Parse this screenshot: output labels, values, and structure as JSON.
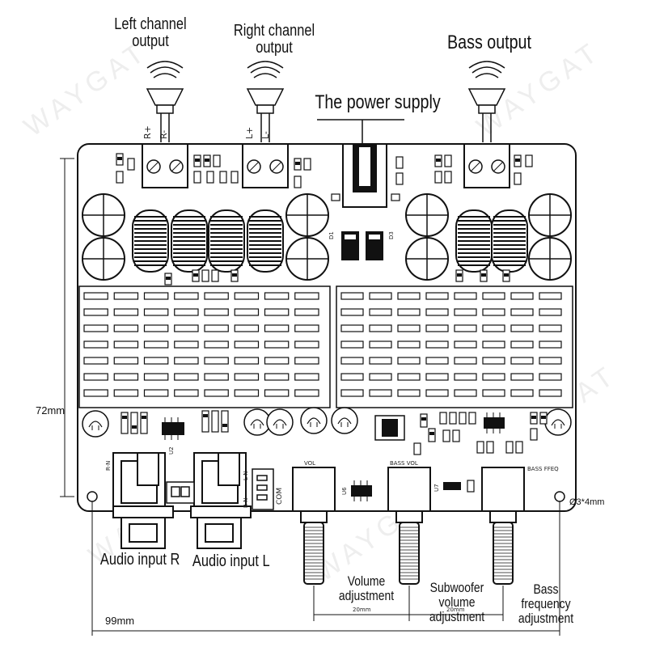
{
  "labels": {
    "left_channel_output": "Left channel\noutput",
    "right_channel_output": "Right channel\noutput",
    "bass_output": "Bass output",
    "power_supply": "The power supply",
    "audio_input_r": "Audio input R",
    "audio_input_l": "Audio input L",
    "volume_adjustment": "Volume\nadjustment",
    "subwoofer_volume_adjustment": "Subwoofer volume\nadjustment",
    "bass_frequency_adjustment": "Bass frequency\nadjustment"
  },
  "dimensions": {
    "height": "72mm",
    "width": "99mm",
    "hole": "Ø3*4mm",
    "pot_spacing_1": "20mm",
    "pot_spacing_2": "20mm"
  },
  "terminals": {
    "left": [
      "R+",
      "R-"
    ],
    "right": [
      "L+",
      "L-"
    ]
  },
  "board_marks": {
    "vol": "VOL",
    "bass_vol": "BASS VOL",
    "bass_freq": "BASS FFEQ",
    "com": "COM",
    "rn1": "R-N",
    "rn2": "R-N",
    "ln": "L-N",
    "d1": "D1",
    "d3": "D3",
    "u2": "U2",
    "u6": "U6",
    "u7": "U7"
  },
  "watermark": "WAYGAT",
  "colors": {
    "line": "#111111",
    "board": "#ffffff",
    "watermark": "#cfcfcf"
  }
}
